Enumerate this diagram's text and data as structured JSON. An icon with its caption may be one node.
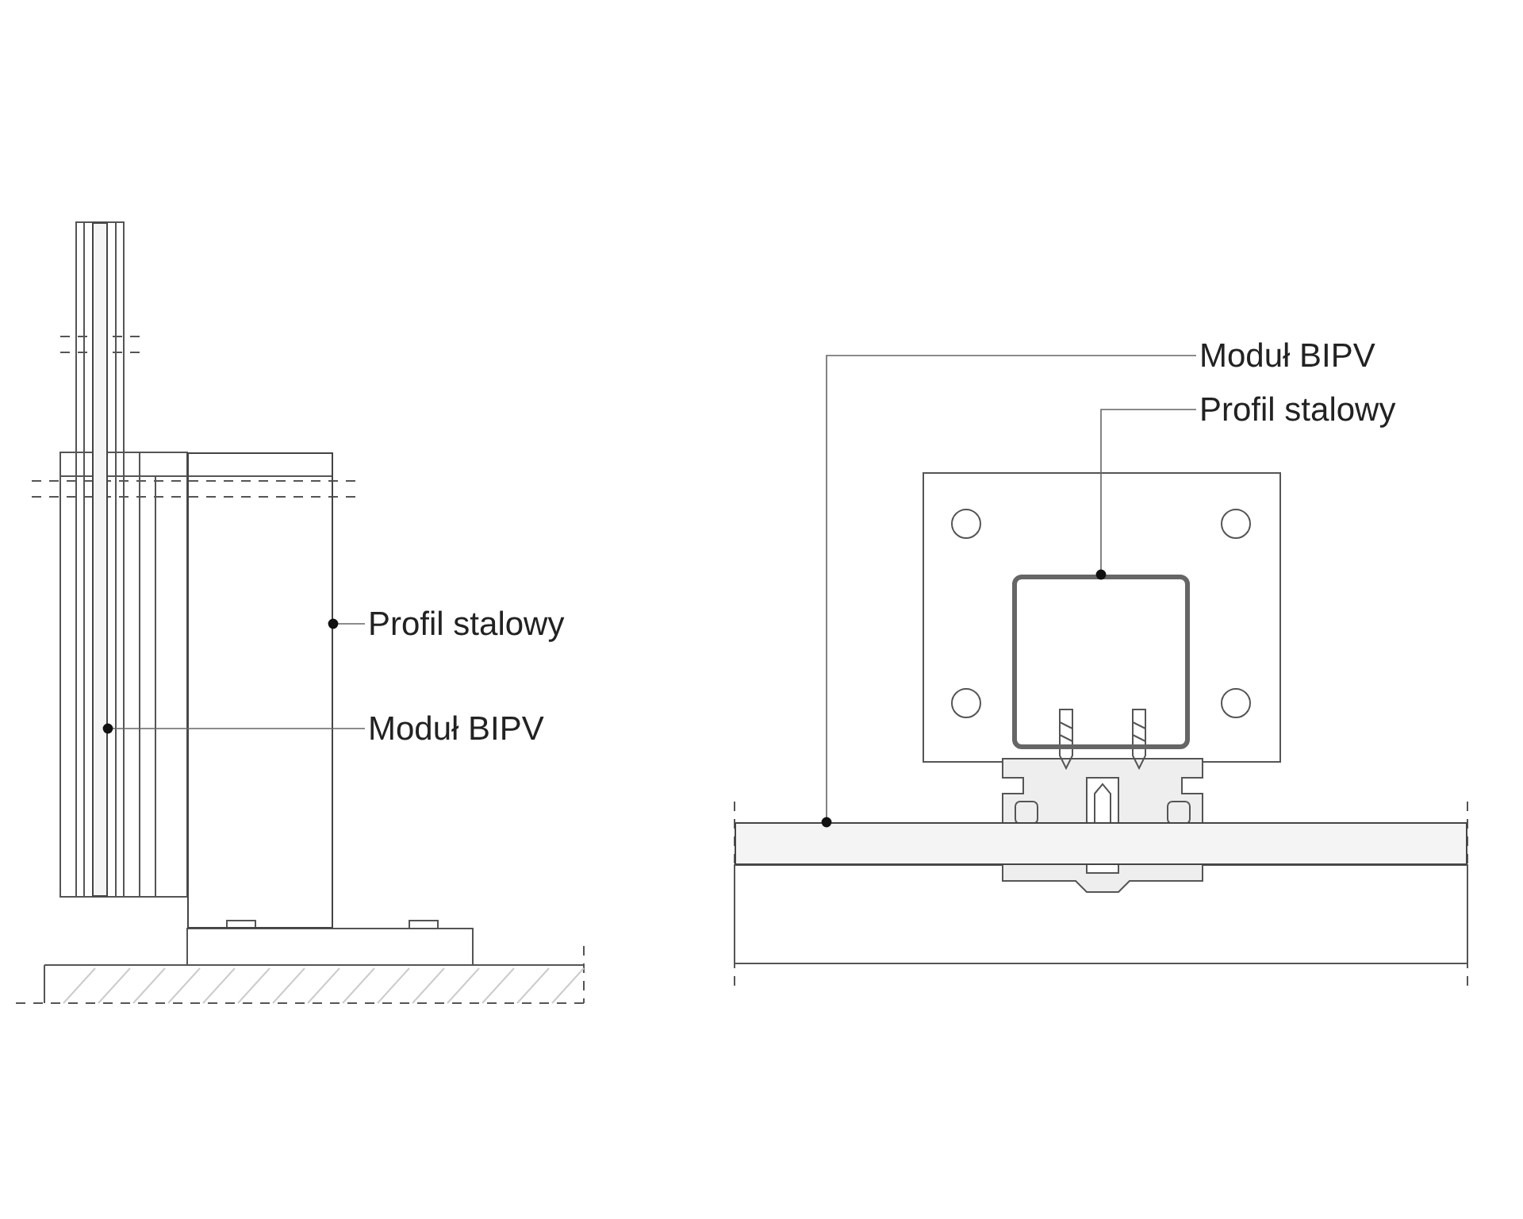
{
  "diagram": {
    "nodes": [
      {
        "text": [
          "Profil stalowy"
        ]
      },
      {
        "text": [
          "Moduł BIPV"
        ]
      },
      {
        "text": [
          "Moduł BIPV"
        ]
      },
      {
        "text": [
          "Profil stalowy"
        ]
      },
      {
        "text": [],
        "shape": "box"
      },
      {
        "text": [],
        "shape": "bar"
      },
      {
        "text": [],
        "shape": "bar"
      },
      {
        "text": [],
        "shape": "box"
      }
    ],
    "edges": [
      {
        "from": 0,
        "to": 4,
        "arrow": "other"
      },
      {
        "from": 1,
        "to": 5,
        "arrow": "other"
      },
      {
        "from": 2,
        "to": 6,
        "arrow": "other"
      },
      {
        "from": 3,
        "to": 7,
        "arrow": "other"
      }
    ]
  }
}
